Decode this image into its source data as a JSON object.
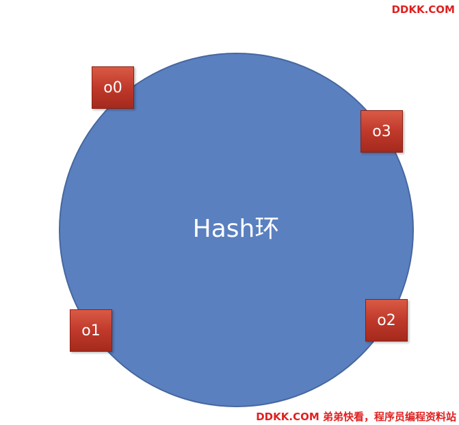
{
  "watermark_top": "DDKK.COM",
  "watermark_bottom": "DDKK.COM 弟弟快看，程序员编程资料站",
  "ring": {
    "label": "Hash环",
    "fill_color": "#5a80c0"
  },
  "nodes": [
    {
      "id": "o0",
      "label": "o0",
      "color": "#c0392b"
    },
    {
      "id": "o3",
      "label": "o3",
      "color": "#c0392b"
    },
    {
      "id": "o1",
      "label": "o1",
      "color": "#c0392b"
    },
    {
      "id": "o2",
      "label": "o2",
      "color": "#c0392b"
    }
  ]
}
